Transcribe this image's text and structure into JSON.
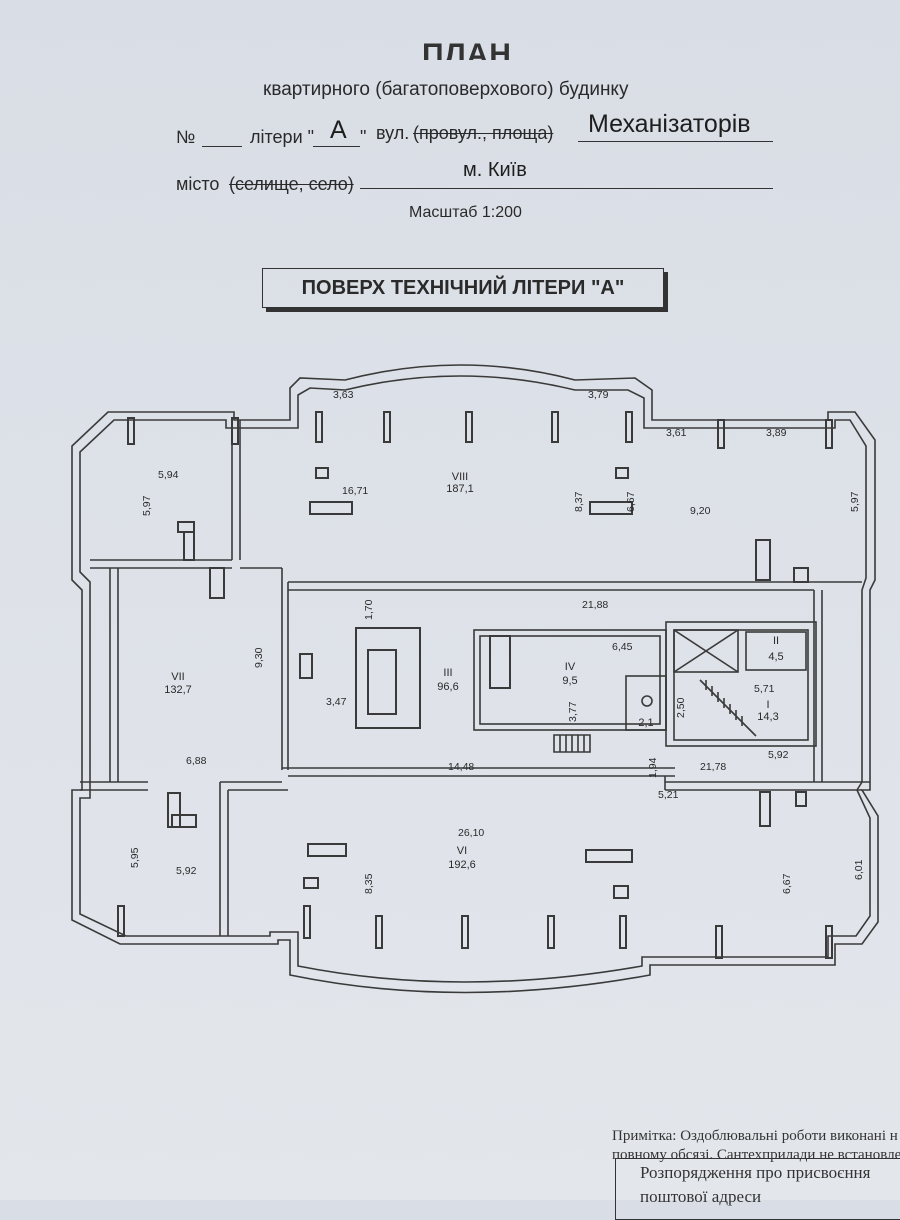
{
  "header": {
    "title_partial": "ПЛАН",
    "subtitle": "квартирного (багатоповерхового) будинку",
    "no_label": "№",
    "litera_label": "літери \"",
    "litera_value": "А",
    "litera_close": "\"",
    "street_label": "вул.",
    "street_struck": "(провул., площа)",
    "street_value": "Механізаторів",
    "city_label": "місто",
    "city_struck": "(селище, село)",
    "city_value": "м. Київ",
    "scale": "Масштаб 1:200"
  },
  "floor_title": "ПОВЕРХ ТЕХНІЧНИЙ ЛІТЕРИ \"А\"",
  "dimensions": {
    "d363": "3,63",
    "d379": "3,79",
    "d361": "3,61",
    "d389": "3,89",
    "d594": "5,94",
    "d597a": "5,97",
    "d597b": "5,97",
    "d1671": "16,71",
    "d837": "8,37",
    "d667a": "6,67",
    "d920": "9,20",
    "d170": "1,70",
    "d2188": "21,88",
    "d645": "6,45",
    "d930": "9,30",
    "d347": "3,47",
    "d377": "3,77",
    "d250": "2,50",
    "d571": "5,71",
    "d688": "6,88",
    "d1448": "14,48",
    "d194": "1,94",
    "d2178": "21,78",
    "d592a": "5,92",
    "d521": "5,21",
    "d2610": "26,10",
    "d595": "5,95",
    "d592b": "5,92",
    "d835": "8,35",
    "d667b": "6,67",
    "d601": "6,01"
  },
  "rooms": {
    "viii_num": "VIII",
    "viii_area": "187,1",
    "vii_num": "VII",
    "vii_area": "132,7",
    "iii_num": "III",
    "iii_area": "96,6",
    "iv_num": "IV",
    "iv_area": "9,5",
    "v_area": "2,1",
    "ii_num": "II",
    "ii_area": "4,5",
    "i_num": "I",
    "i_area": "14,3",
    "vi_num": "VI",
    "vi_area": "192,6"
  },
  "notes": {
    "line1": "Примітка: Оздоблювальні роботи виконані н",
    "line2": "повному обсязі. Сантехприлади не встановле",
    "box_line1": "Розпорядження про присвоєння",
    "box_line2": "поштової адреси"
  }
}
